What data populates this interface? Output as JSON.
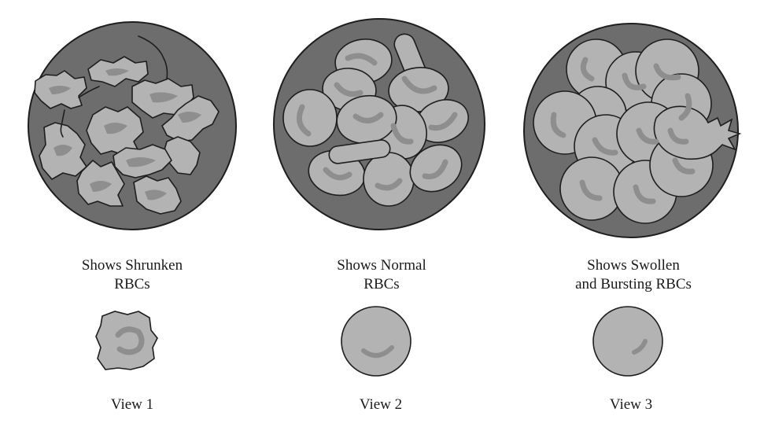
{
  "colors": {
    "dish": "#6d6d6d",
    "cell": "#b3b3b3",
    "pallor": "#8e8e8e",
    "outline": "#1e1e1e"
  },
  "panels": [
    {
      "id": "shrunken",
      "caption_lines": [
        "Shows Shrunken",
        "RBCs"
      ],
      "view_label": "View 1",
      "cell_state": "shrunken"
    },
    {
      "id": "normal",
      "caption_lines": [
        "Shows Normal",
        "RBCs"
      ],
      "view_label": "View 2",
      "cell_state": "normal"
    },
    {
      "id": "swollen",
      "caption_lines": [
        "Shows Swollen",
        "and Bursting RBCs"
      ],
      "view_label": "View 3",
      "cell_state": "swollen-bursting"
    }
  ]
}
